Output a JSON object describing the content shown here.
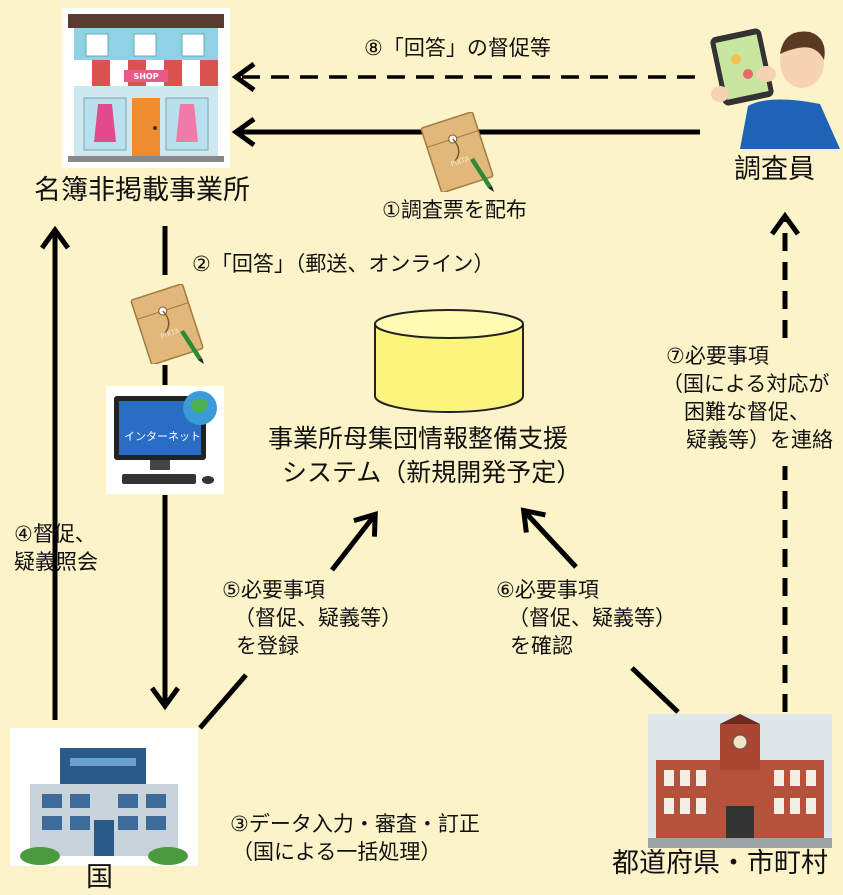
{
  "entities": {
    "shop": "名簿非掲載事業所",
    "surveyor": "調査員",
    "country": "国",
    "local_gov": "都道府県・市町村",
    "system_line1": "事業所母集団情報整備支援",
    "system_line2": "システム（新規開発予定）"
  },
  "steps": {
    "s1": "①調査票を配布",
    "s2": "②「回答」（郵送、オンライン）",
    "s3_line1": "③データ入力・審査・訂正",
    "s3_line2": "（国による一括処理）",
    "s4_line1": "④督促、",
    "s4_line2": "疑義照会",
    "s5_line1": "⑤必要事項",
    "s5_line2": "（督促、疑義等）",
    "s5_line3": "を登録",
    "s6_line1": "⑥必要事項",
    "s6_line2": "（督促、疑義等）",
    "s6_line3": "を確認",
    "s7_line1": "⑦必要事項",
    "s7_line2": "（国による対応が",
    "s7_line3": "困難な督促、",
    "s7_line4": "疑義等）を連絡",
    "s8": "⑧「回答」の督促等"
  },
  "image_text": {
    "shop_sign": "SHOP",
    "internet": "インターネット",
    "pixta": "PIXTA"
  },
  "colors": {
    "background": "#fdf3c9",
    "database": "#fbf57e",
    "arrow": "#000000"
  }
}
